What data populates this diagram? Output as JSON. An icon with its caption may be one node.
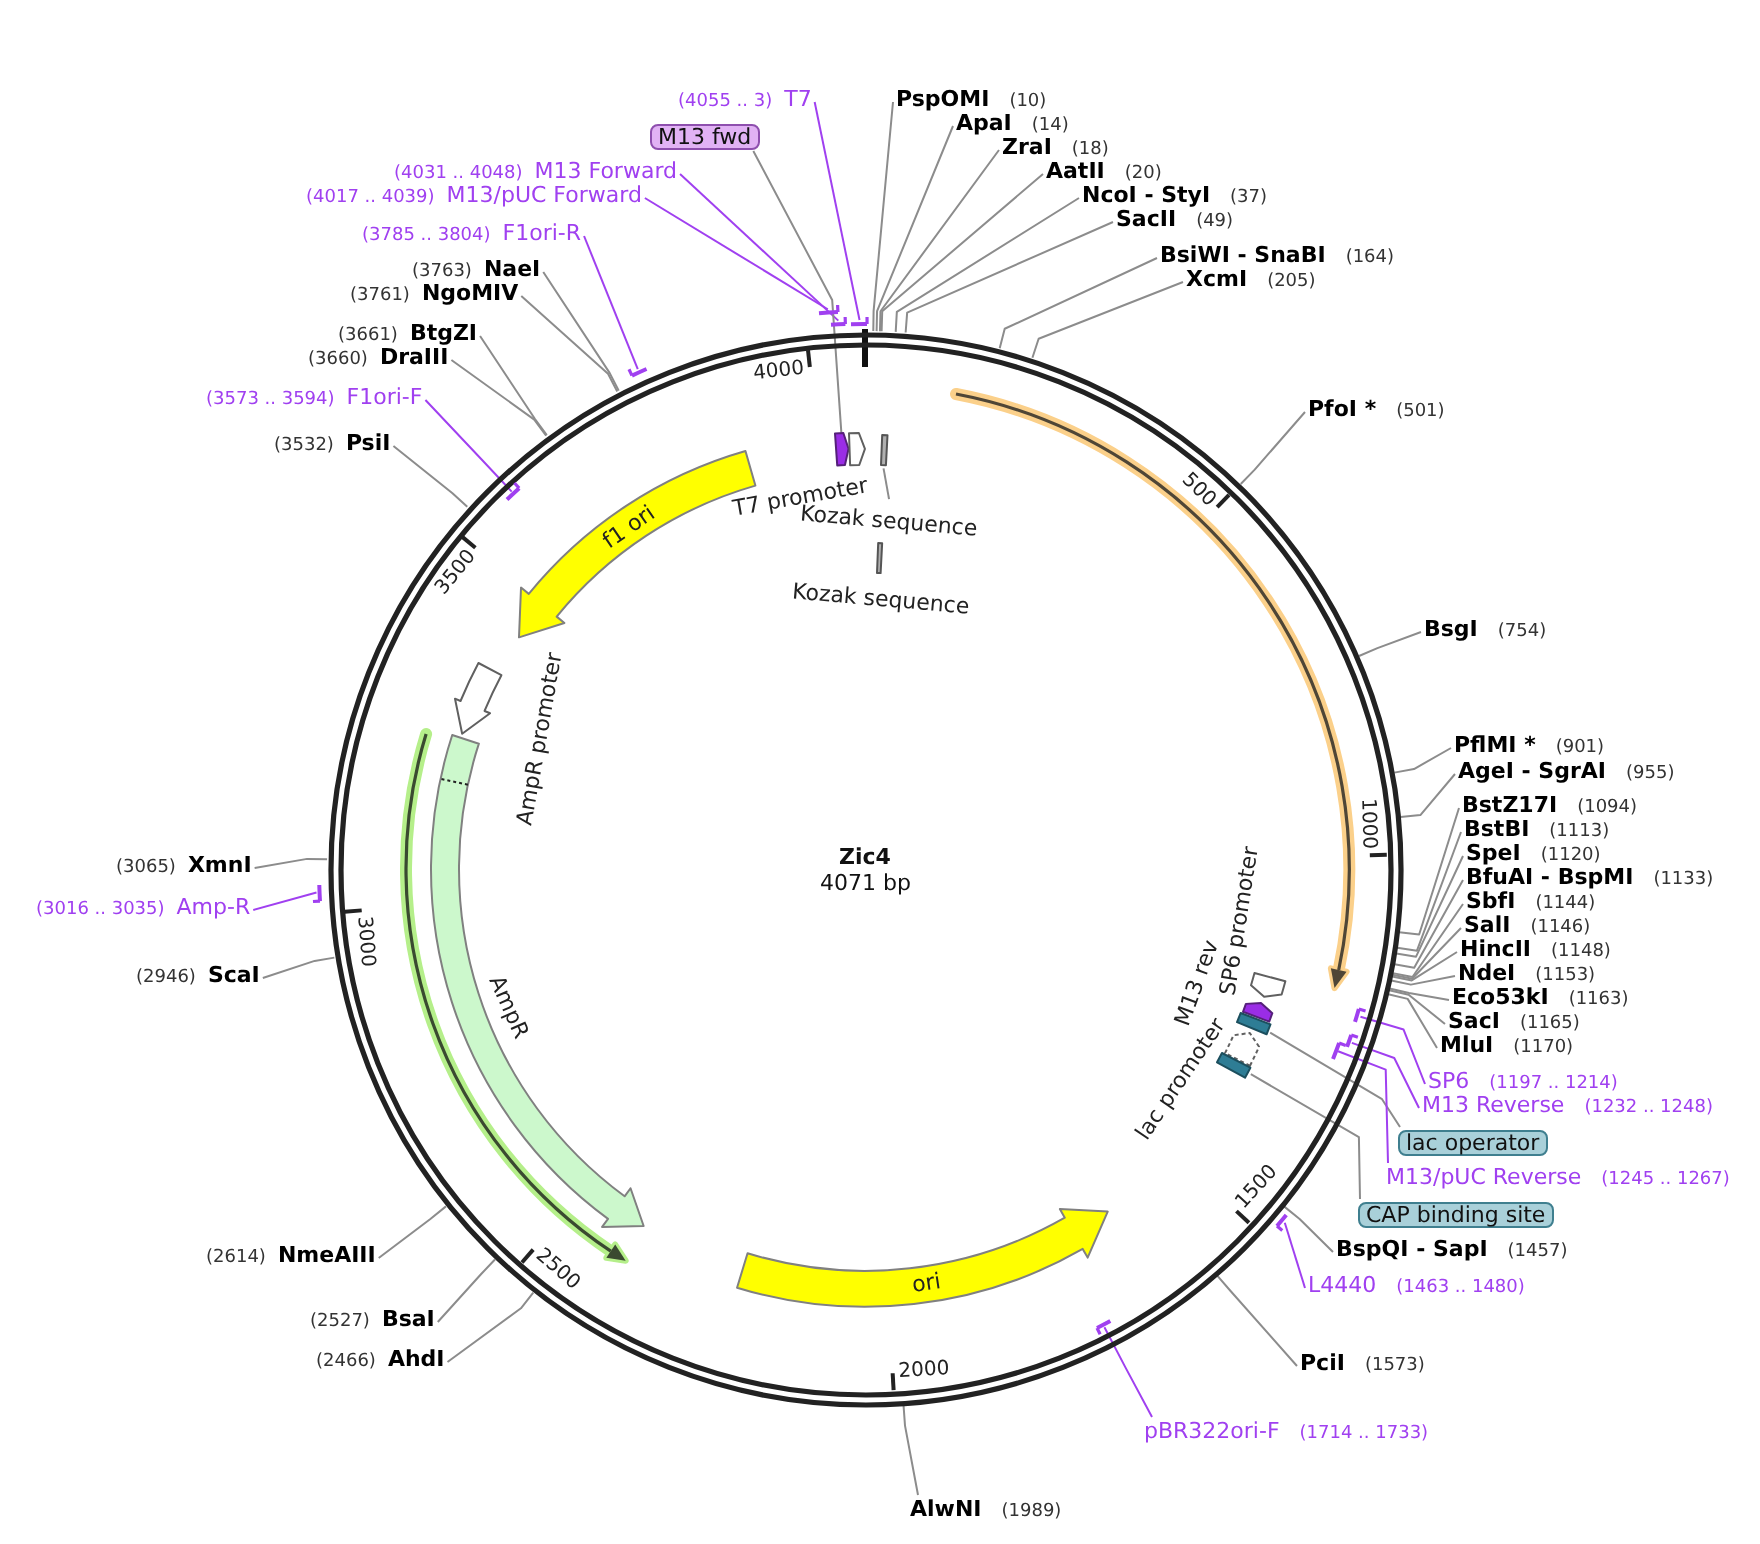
{
  "diagram": {
    "nodes": [
      {
        "text": [
          "Zic4",
          "4071 bp"
        ]
      },
      {
        "text": [
          "PspOMI",
          "(10)"
        ]
      },
      {
        "text": [
          "ApaI",
          "(14)"
        ]
      },
      {
        "text": [
          "ZraI",
          "(18)"
        ]
      },
      {
        "text": [
          "AatII",
          "(20)"
        ]
      },
      {
        "text": [
          "NcoI - StyI",
          "(37)"
        ]
      },
      {
        "text": [
          "SacII",
          "(49)"
        ]
      },
      {
        "text": [
          "BsiWI - SnaBI",
          "(164)"
        ]
      },
      {
        "text": [
          "XcmI",
          "(205)"
        ]
      },
      {
        "text": [
          "PfoI *",
          "(501)"
        ]
      },
      {
        "text": [
          "BsgI",
          "(754)"
        ]
      },
      {
        "text": [
          "PflMI *",
          "(901)"
        ]
      },
      {
        "text": [
          "AgeI - SgrAI",
          "(955)"
        ]
      },
      {
        "text": [
          "BstZ17I",
          "(1094)"
        ]
      },
      {
        "text": [
          "BstBI",
          "(1113)"
        ]
      },
      {
        "text": [
          "SpeI",
          "(1120)"
        ]
      },
      {
        "text": [
          "BfuAI - BspMI",
          "(1133)"
        ]
      },
      {
        "text": [
          "SbfI",
          "(1144)"
        ]
      },
      {
        "text": [
          "SalI",
          "(1146)"
        ]
      },
      {
        "text": [
          "HincII",
          "(1148)"
        ]
      },
      {
        "text": [
          "NdeI",
          "(1153)"
        ]
      },
      {
        "text": [
          "Eco53kI",
          "(1163)"
        ]
      },
      {
        "text": [
          "SacI",
          "(1165)"
        ]
      },
      {
        "text": [
          "MluI",
          "(1170)"
        ]
      },
      {
        "text": [
          "SP6",
          "(1197 .. 1214)"
        ]
      },
      {
        "text": [
          "M13 Reverse",
          "(1232 .. 1248)"
        ]
      },
      {
        "text": [
          "lac operator"
        ]
      },
      {
        "text": [
          "M13/pUC Reverse",
          "(1245 .. 1267)"
        ]
      },
      {
        "text": [
          "CAP binding site"
        ]
      },
      {
        "text": [
          "BspQI - SapI",
          "(1457)"
        ]
      },
      {
        "text": [
          "L4440",
          "(1463 .. 1480)"
        ]
      },
      {
        "text": [
          "PciI",
          "(1573)"
        ]
      },
      {
        "text": [
          "pBR322ori-F",
          "(1714 .. 1733)"
        ]
      },
      {
        "text": [
          "AlwNI",
          "(1989)"
        ]
      },
      {
        "text": [
          "(2466)",
          "AhdI"
        ]
      },
      {
        "text": [
          "(2527)",
          "BsaI"
        ]
      },
      {
        "text": [
          "(2614)",
          "NmeAIII"
        ]
      },
      {
        "text": [
          "(2946)",
          "ScaI"
        ]
      },
      {
        "text": [
          "(3016 .. 3035)",
          "Amp-R"
        ]
      },
      {
        "text": [
          "(3065)",
          "XmnI"
        ]
      },
      {
        "text": [
          "(3532)",
          "PsiI"
        ]
      },
      {
        "text": [
          "(3573 .. 3594)",
          "F1ori-F"
        ]
      },
      {
        "text": [
          "(3660)",
          "DraIII"
        ]
      },
      {
        "text": [
          "(3661)",
          "BtgZI"
        ]
      },
      {
        "text": [
          "(3761)",
          "NgoMIV"
        ]
      },
      {
        "text": [
          "(3763)",
          "NaeI"
        ]
      },
      {
        "text": [
          "(3785 .. 3804)",
          "F1ori-R"
        ]
      },
      {
        "text": [
          "(4017 .. 4039)",
          "M13/pUC Forward"
        ]
      },
      {
        "text": [
          "(4031 .. 4048)",
          "M13 Forward"
        ]
      },
      {
        "text": [
          "M13 fwd"
        ]
      },
      {
        "text": [
          "(4055 .. 3)",
          "T7"
        ]
      },
      {
        "text": [
          "f1 ori"
        ],
        "in": 0
      },
      {
        "text": [
          "AmpR promoter"
        ],
        "in": 0
      },
      {
        "text": [
          "AmpR"
        ],
        "in": 0
      },
      {
        "text": [
          "ori"
        ],
        "in": 0
      },
      {
        "text": [],
        "shape": "arrow",
        "in": 0
      },
      {
        "text": [
          "T7 promoter"
        ],
        "in": 0
      },
      {
        "text": [],
        "shape": "box",
        "in": 0
      },
      {
        "text": [
          "Kozak sequence"
        ],
        "in": 0
      },
      {
        "text": [
          "Kozak sequence"
        ],
        "in": 0
      },
      {
        "text": [
          "SP6 promoter"
        ],
        "in": 0
      },
      {
        "text": [
          "M13 rev"
        ],
        "in": 0
      },
      {
        "text": [],
        "shape": "box",
        "in": 0
      },
      {
        "text": [
          "lac promoter"
        ],
        "in": 0
      },
      {
        "text": [],
        "shape": "box",
        "in": 0
      },
      {
        "text": [],
        "shape": "bar",
        "in": 0
      },
      {
        "text": [],
        "shape": "bar",
        "in": 0
      },
      {
        "text": [],
        "shape": "bar",
        "in": 0
      },
      {
        "text": [],
        "shape": "bar"
      },
      {
        "text": [],
        "shape": "bar",
        "in": 0
      },
      {
        "text": [],
        "shape": "bar"
      },
      {
        "text": [],
        "shape": "bar",
        "in": 0
      },
      {
        "text": [],
        "shape": "bar"
      },
      {
        "text": [],
        "shape": "bar"
      },
      {
        "text": [],
        "shape": "bar"
      },
      {
        "text": [],
        "shape": "bar"
      },
      {
        "text": [],
        "shape": "arrow",
        "in": 0
      }
    ],
    "edges": [
      {
        "from": 1,
        "to": 0,
        "arrow": "none"
      },
      {
        "from": 2,
        "to": 0,
        "arrow": "none"
      },
      {
        "from": 3,
        "to": 0,
        "arrow": "none"
      },
      {
        "from": 4,
        "to": 0,
        "arrow": "none"
      },
      {
        "from": 5,
        "to": 0,
        "arrow": "none"
      },
      {
        "from": 6,
        "to": 0,
        "arrow": "none"
      },
      {
        "from": 7,
        "to": 0,
        "arrow": "none"
      },
      {
        "from": 8,
        "to": 0,
        "arrow": "none"
      },
      {
        "from": 9,
        "to": 0,
        "arrow": "none"
      },
      {
        "from": 10,
        "to": 0,
        "arrow": "none"
      },
      {
        "from": 11,
        "to": 0,
        "arrow": "none"
      },
      {
        "from": 12,
        "to": 0,
        "arrow": "none"
      },
      {
        "from": 13,
        "to": 0,
        "arrow": "none"
      },
      {
        "from": 14,
        "to": 0,
        "arrow": "none"
      },
      {
        "from": 15,
        "to": 0,
        "arrow": "none"
      },
      {
        "from": 16,
        "to": 0,
        "arrow": "none"
      },
      {
        "from": 17,
        "to": 0,
        "arrow": "none"
      },
      {
        "from": 18,
        "to": 0,
        "arrow": "none"
      },
      {
        "from": 19,
        "to": 0,
        "arrow": "none"
      },
      {
        "from": 20,
        "to": 0,
        "arrow": "none"
      },
      {
        "from": 21,
        "to": 0,
        "arrow": "none"
      },
      {
        "from": 22,
        "to": 0,
        "arrow": "none"
      },
      {
        "from": 23,
        "to": 0,
        "arrow": "none"
      },
      {
        "from": 24,
        "to": 65,
        "arrow": "none",
        "color": "#a040f0"
      },
      {
        "from": 25,
        "to": 66,
        "arrow": "none",
        "color": "#a040f0"
      },
      {
        "from": 26,
        "to": 62,
        "arrow": "none"
      },
      {
        "from": 27,
        "to": 67,
        "arrow": "none",
        "color": "#a040f0"
      },
      {
        "from": 28,
        "to": 64,
        "arrow": "none"
      },
      {
        "from": 29,
        "to": 0,
        "arrow": "none"
      },
      {
        "from": 30,
        "to": 68,
        "arrow": "none",
        "color": "#a040f0"
      },
      {
        "from": 31,
        "to": 0,
        "arrow": "none"
      },
      {
        "from": 32,
        "to": 69,
        "arrow": "none",
        "color": "#a040f0"
      },
      {
        "from": 33,
        "to": 0,
        "arrow": "none"
      },
      {
        "from": 34,
        "to": 0,
        "arrow": "none"
      },
      {
        "from": 35,
        "to": 0,
        "arrow": "none"
      },
      {
        "from": 36,
        "to": 0,
        "arrow": "none"
      },
      {
        "from": 37,
        "to": 0,
        "arrow": "none"
      },
      {
        "from": 38,
        "to": 70,
        "arrow": "none",
        "color": "#a040f0"
      },
      {
        "from": 39,
        "to": 0,
        "arrow": "none"
      },
      {
        "from": 40,
        "to": 0,
        "arrow": "none"
      },
      {
        "from": 41,
        "to": 71,
        "arrow": "none",
        "color": "#a040f0"
      },
      {
        "from": 42,
        "to": 0,
        "arrow": "none"
      },
      {
        "from": 43,
        "to": 0,
        "arrow": "none"
      },
      {
        "from": 44,
        "to": 0,
        "arrow": "none"
      },
      {
        "from": 45,
        "to": 0,
        "arrow": "none"
      },
      {
        "from": 46,
        "to": 72,
        "arrow": "none",
        "color": "#a040f0"
      },
      {
        "from": 47,
        "to": 73,
        "arrow": "none",
        "color": "#a040f0"
      },
      {
        "from": 48,
        "to": 74,
        "arrow": "none",
        "color": "#a040f0"
      },
      {
        "from": 49,
        "to": 55,
        "arrow": "none"
      },
      {
        "from": 50,
        "to": 75,
        "arrow": "none",
        "color": "#a040f0"
      },
      {
        "from": 58,
        "to": 57,
        "arrow": "none"
      }
    ],
    "labels": [
      "4000",
      "500",
      "3500",
      "1000",
      "3000",
      "1500",
      "2500",
      "2000"
    ]
  }
}
